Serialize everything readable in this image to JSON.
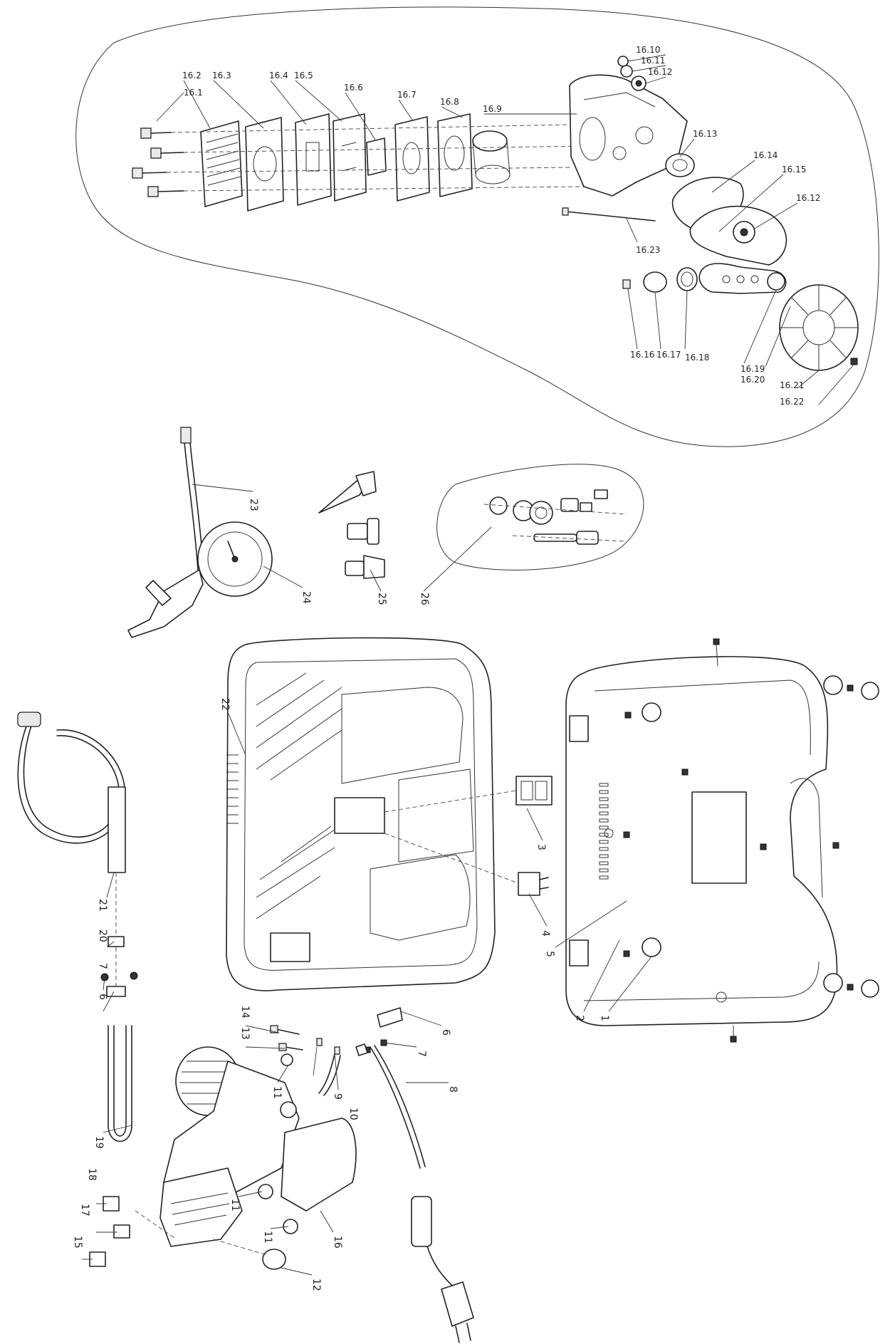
{
  "labels": {
    "top": [
      "16.1",
      "16.2",
      "16.3",
      "16.4",
      "16.5",
      "16.6",
      "16.7",
      "16.8",
      "16.9",
      "16.10",
      "16.11",
      "16.12",
      "16.13",
      "16.14",
      "16.15",
      "16.12",
      "16.23",
      "16.16",
      "16.17",
      "16.18",
      "16.19",
      "16.20",
      "16.21",
      "16.22"
    ],
    "middle": [
      "23",
      "24",
      "25",
      "26"
    ],
    "bottom": [
      "22",
      "3",
      "4",
      "5",
      "2",
      "1",
      "6",
      "7",
      "8",
      "9",
      "10",
      "11",
      "13",
      "14",
      "11",
      "11",
      "12",
      "16",
      "21",
      "20",
      "7",
      "6",
      "19",
      "18",
      "17",
      "15"
    ]
  }
}
